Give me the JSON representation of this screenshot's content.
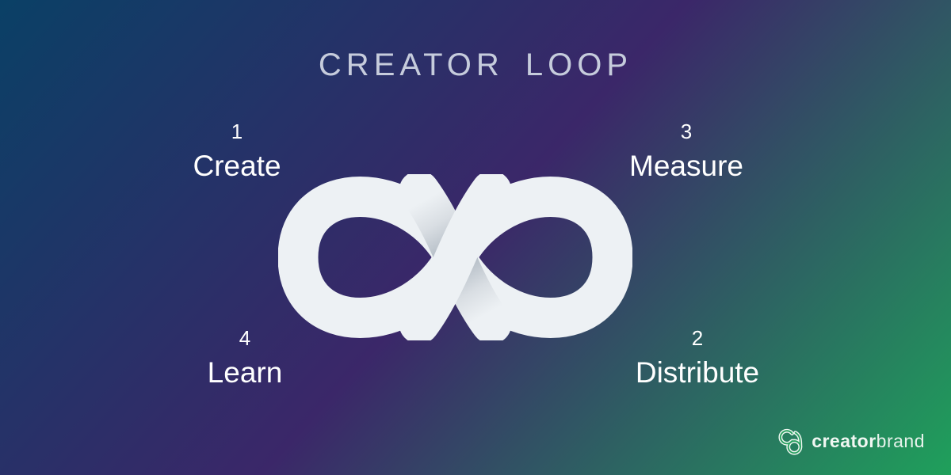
{
  "title": "CREATOR LOOP",
  "steps": {
    "create": {
      "number": "1",
      "label": "Create"
    },
    "distribute": {
      "number": "2",
      "label": "Distribute"
    },
    "measure": {
      "number": "3",
      "label": "Measure"
    },
    "learn": {
      "number": "4",
      "label": "Learn"
    }
  },
  "center": {
    "icon": "infinity-loop-icon"
  },
  "brand": {
    "icon": "cb-monogram-icon",
    "name_bold": "creator",
    "name_light": "brand"
  },
  "colors": {
    "background_top_left": "#0a4066",
    "background_middle": "#3b2769",
    "background_bottom_right": "#1fa05b",
    "title_text": "#c6ccdc",
    "step_text": "#ffffff",
    "loop_fill": "#edf1f4",
    "loop_shade": "#a9b3bd",
    "brand_text": "#f0f7f2"
  }
}
